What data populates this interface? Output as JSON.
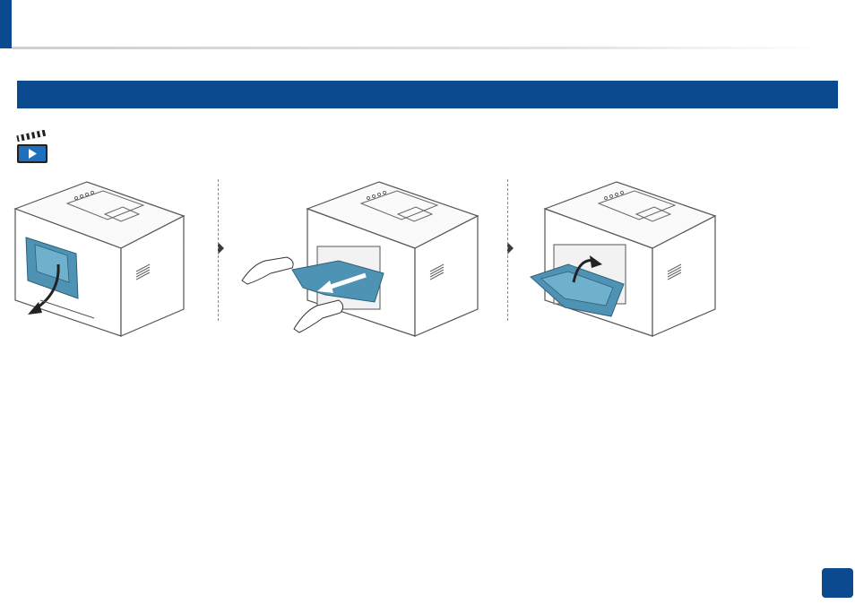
{
  "header": {
    "title": ""
  },
  "section": {
    "title": ""
  },
  "video_icon": {
    "name": "video-clapper-icon",
    "accent": "#1f6fbf"
  },
  "steps": [
    {
      "name": "step-1-open-rear-cover"
    },
    {
      "name": "step-2-remove-jammed-paper"
    },
    {
      "name": "step-3-close-rear-cover"
    }
  ],
  "footer": {
    "page_number": ""
  },
  "colors": {
    "brand": "#0b4a8f",
    "highlight": "#4f93b4"
  }
}
